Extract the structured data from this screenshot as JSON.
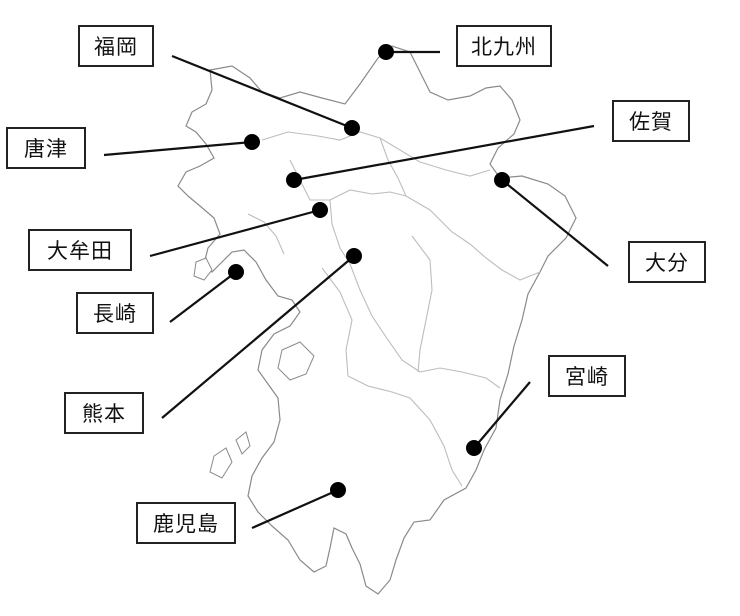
{
  "map": {
    "region": "Kyushu",
    "colors": {
      "coast": "#8a8a8a",
      "border": "#bdbdbd",
      "leader": "#111111",
      "marker": "#000000"
    },
    "cities": [
      {
        "id": "fukuoka",
        "name": "福岡"
      },
      {
        "id": "kitakyushu",
        "name": "北九州"
      },
      {
        "id": "karatsu",
        "name": "唐津"
      },
      {
        "id": "saga",
        "name": "佐賀"
      },
      {
        "id": "omuta",
        "name": "大牟田"
      },
      {
        "id": "oita",
        "name": "大分"
      },
      {
        "id": "nagasaki",
        "name": "長崎"
      },
      {
        "id": "kumamoto",
        "name": "熊本"
      },
      {
        "id": "miyazaki",
        "name": "宮崎"
      },
      {
        "id": "kagoshima",
        "name": "鹿児島"
      }
    ]
  }
}
